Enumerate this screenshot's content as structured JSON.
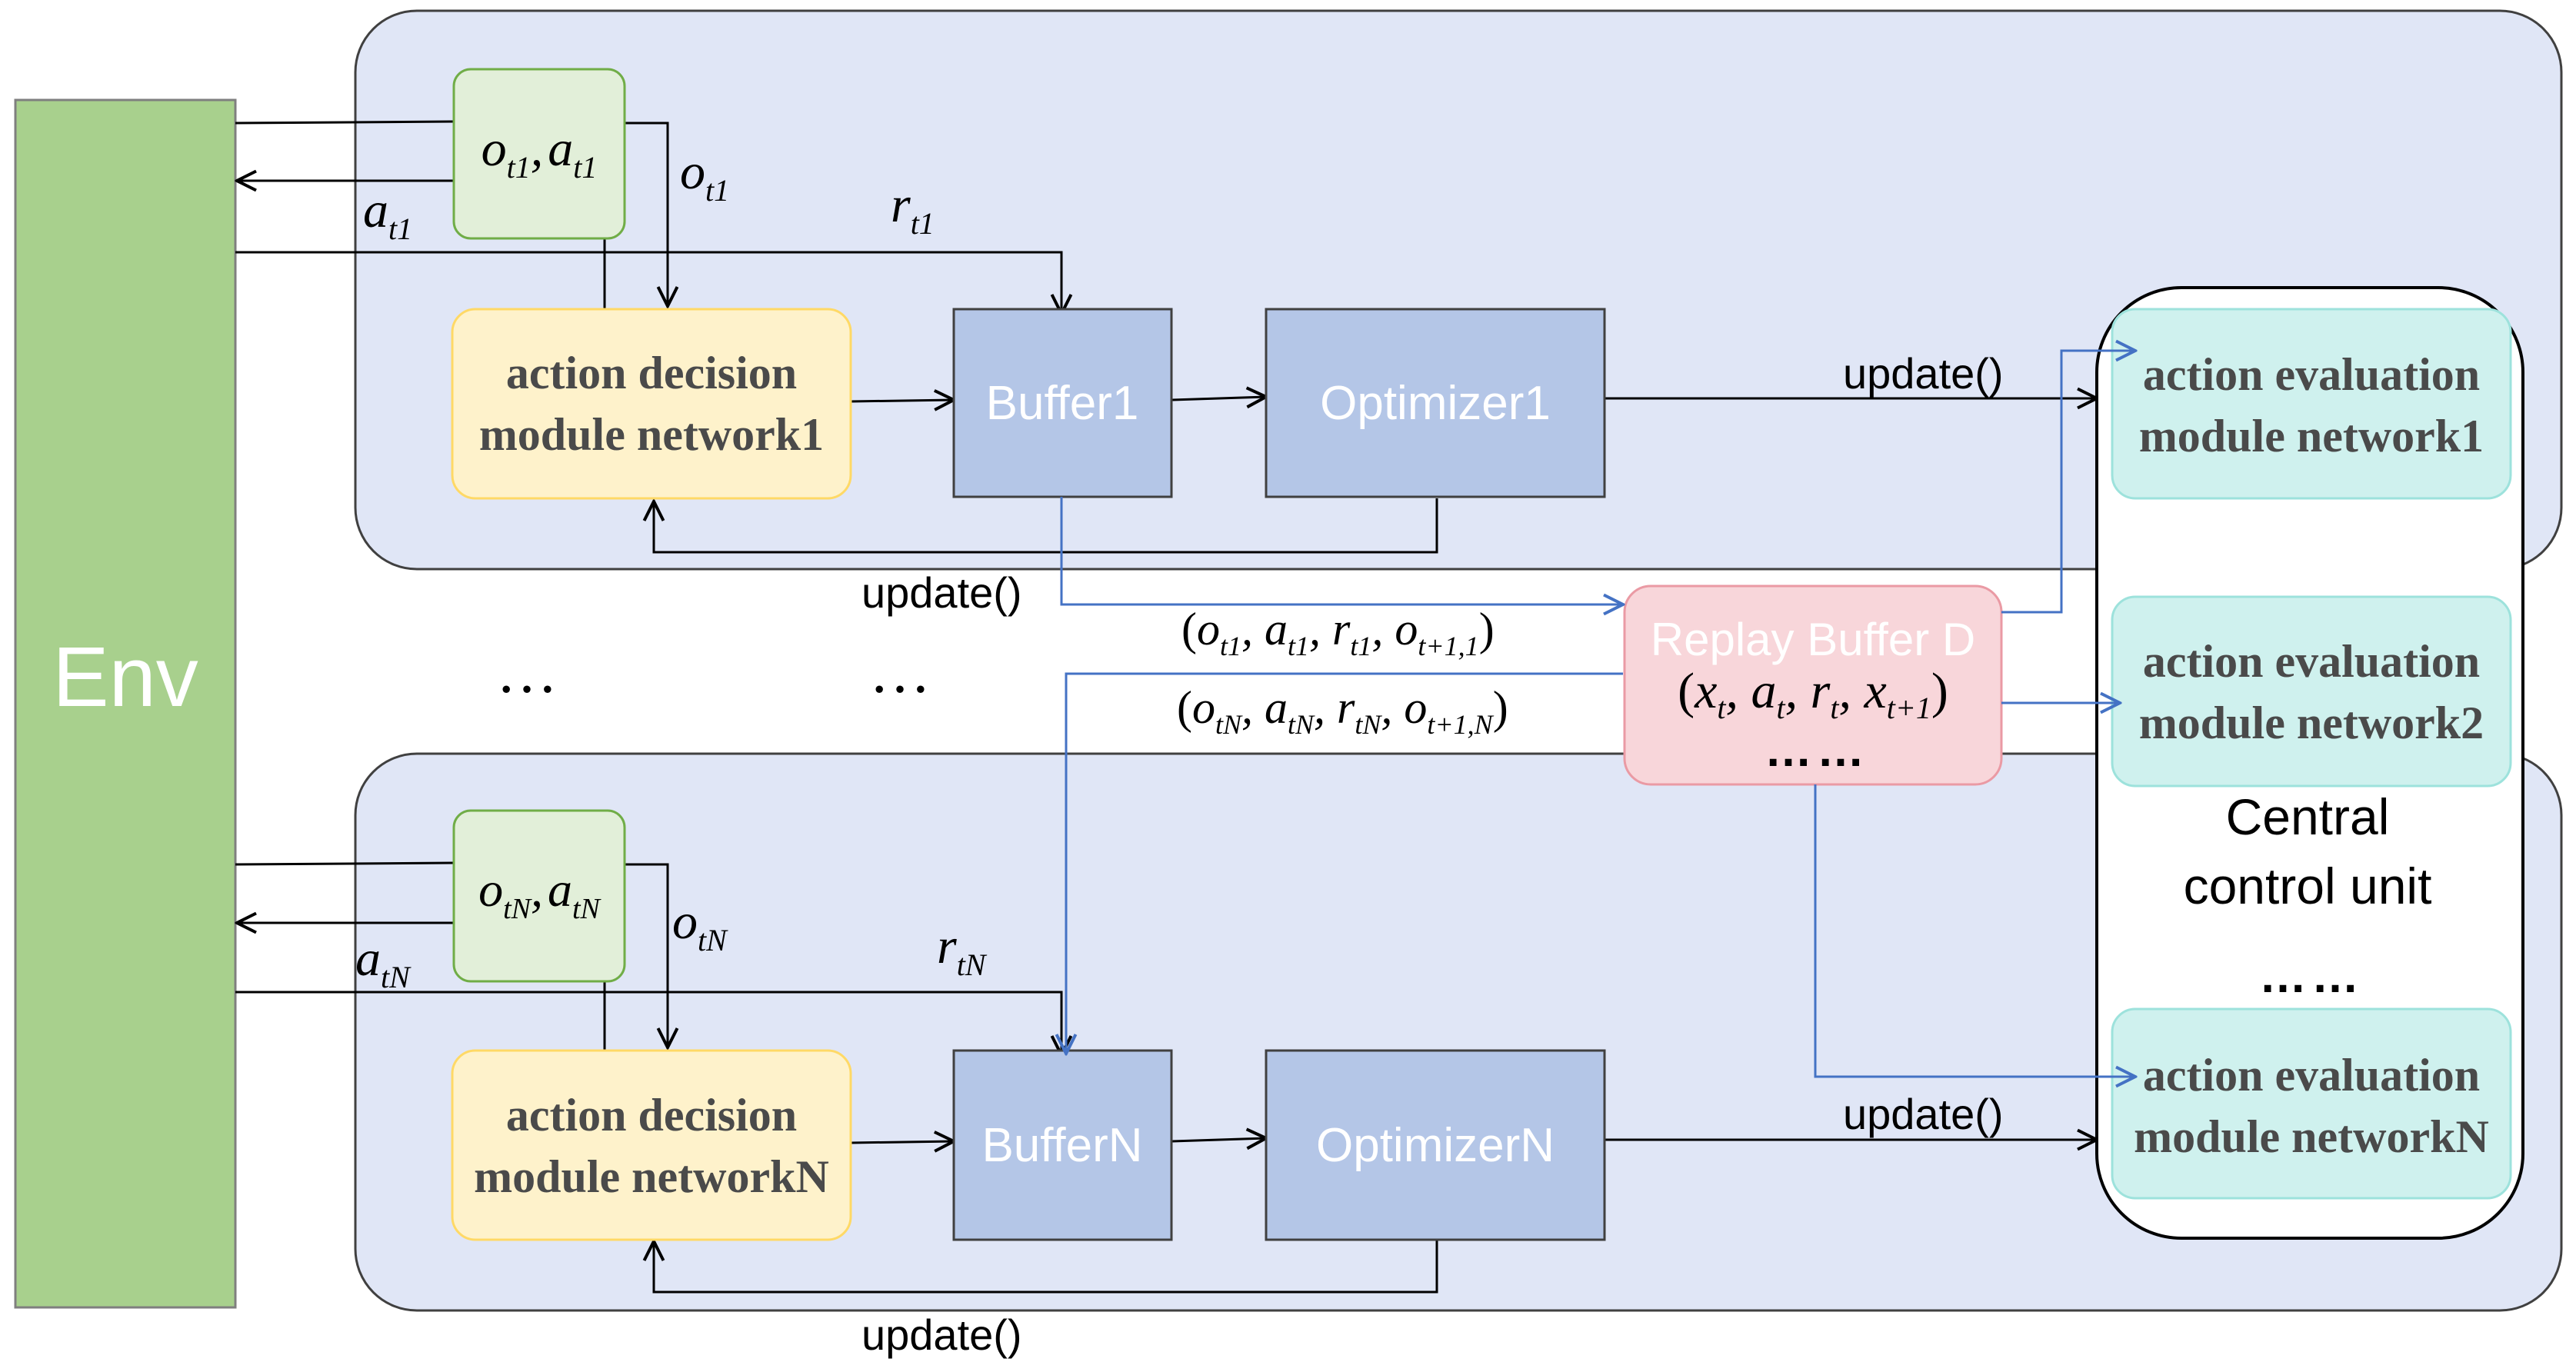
{
  "env": {
    "label": "Env"
  },
  "agent1": {
    "obs_action": [
      "o",
      "t1",
      ",",
      "a",
      "t1"
    ],
    "obs_label": [
      "o",
      "t1"
    ],
    "action_label": [
      "a",
      "t1"
    ],
    "reward_label": [
      "r",
      "t1"
    ],
    "decision_line1": "action decision",
    "decision_line2": "module network1",
    "buffer": "Buffer1",
    "optimizer": "Optimizer1",
    "update_out": "update()",
    "update_back": "update()"
  },
  "agentN": {
    "obs_action": [
      "o",
      "tN",
      ",",
      "a",
      "tN"
    ],
    "obs_label": [
      "o",
      "tN"
    ],
    "action_label": [
      "a",
      "tN"
    ],
    "reward_label": [
      "r",
      "tN"
    ],
    "decision_line1": "action decision",
    "decision_line2": "module networkN",
    "buffer": "BufferN",
    "optimizer": "OptimizerN",
    "update_out": "update()",
    "update_back": "update()"
  },
  "ellipsis": {
    "left": "…",
    "mid": "…"
  },
  "transitions": {
    "t1": "(o_t1, a_t1, r_t1, o_t+1,1)",
    "tN": "(o_tN, a_tN, r_tN, o_t+1,N)"
  },
  "replay": {
    "title": "Replay Buffer D",
    "tuple": "(x_t, a_t, r_t, x_t+1)",
    "dots": "……"
  },
  "central": {
    "label_line1": "Central",
    "label_line2": "control unit",
    "dots": "……",
    "eval1_line1": "action evaluation",
    "eval1_line2": "module network1",
    "eval2_line1": "action evaluation",
    "eval2_line2": "module network2",
    "evalN_line1": "action evaluation",
    "evalN_line2": "module networkN"
  },
  "colors": {
    "panel": "#e0e6f6",
    "env": "#a8d08d",
    "obs_box": "#e2efd9",
    "decision": "#fef2cb",
    "buffer": "#b4c6e7",
    "replay": "#f8d6da",
    "eval": "#cff1ee",
    "blue_arrow": "#4472c4"
  }
}
